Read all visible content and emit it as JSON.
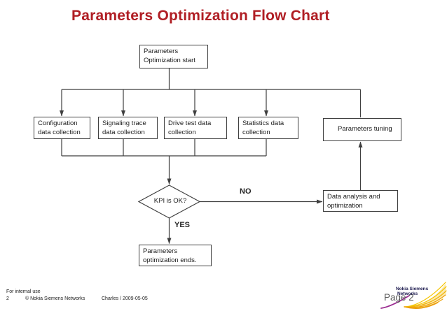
{
  "title": {
    "text": "Parameters Optimization Flow Chart",
    "color": "#b01e24"
  },
  "flowchart": {
    "line_color": "#3f3f3f",
    "nodes": {
      "start": "Parameters Optimization start",
      "configuration": "Configuration data collection",
      "signaling": "Signaling trace data collection",
      "drive_test": "Drive test data collection",
      "statistics": "Statistics data collection",
      "tuning": "Parameters tuning",
      "analysis": "Data analysis and optimization",
      "decision": "KPI is OK?",
      "end": "Parameters optimization ends."
    },
    "branch_labels": {
      "no": "NO",
      "yes": "YES"
    }
  },
  "footer": {
    "classification": "For internal use",
    "page_number": "2",
    "copyright": "© Nokia Siemens Networks",
    "author_date": "Charles / 2009-05-05",
    "page_label": "Page 2",
    "logo": {
      "line1": "Nokia Siemens",
      "line2": "Networks",
      "colors": {
        "text": "#1c1a4e",
        "swoosh_yellow": "#f4c400",
        "swoosh_orange": "#eda30a",
        "swoosh_purple": "#9b2c91",
        "page_text": "#595959"
      }
    }
  }
}
